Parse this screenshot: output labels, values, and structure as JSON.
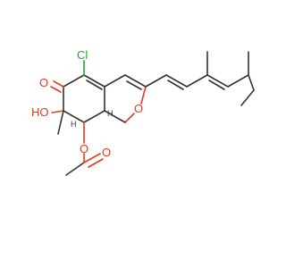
{
  "molecule": {
    "atoms": {
      "cl": {
        "text": "Cl"
      },
      "o_ketone": {
        "text": "O"
      },
      "ho": {
        "text": "HO"
      },
      "o_ring": {
        "text": "O"
      },
      "o_ester": {
        "text": "O"
      },
      "o_carbonyl": {
        "text": "O"
      },
      "h_junction": {
        "text": "H"
      },
      "h_c8": {
        "text": "H"
      }
    },
    "colors": {
      "carbon": "#333333",
      "oxygen": "#e53a1e",
      "chlorine": "#2ca02c"
    }
  }
}
